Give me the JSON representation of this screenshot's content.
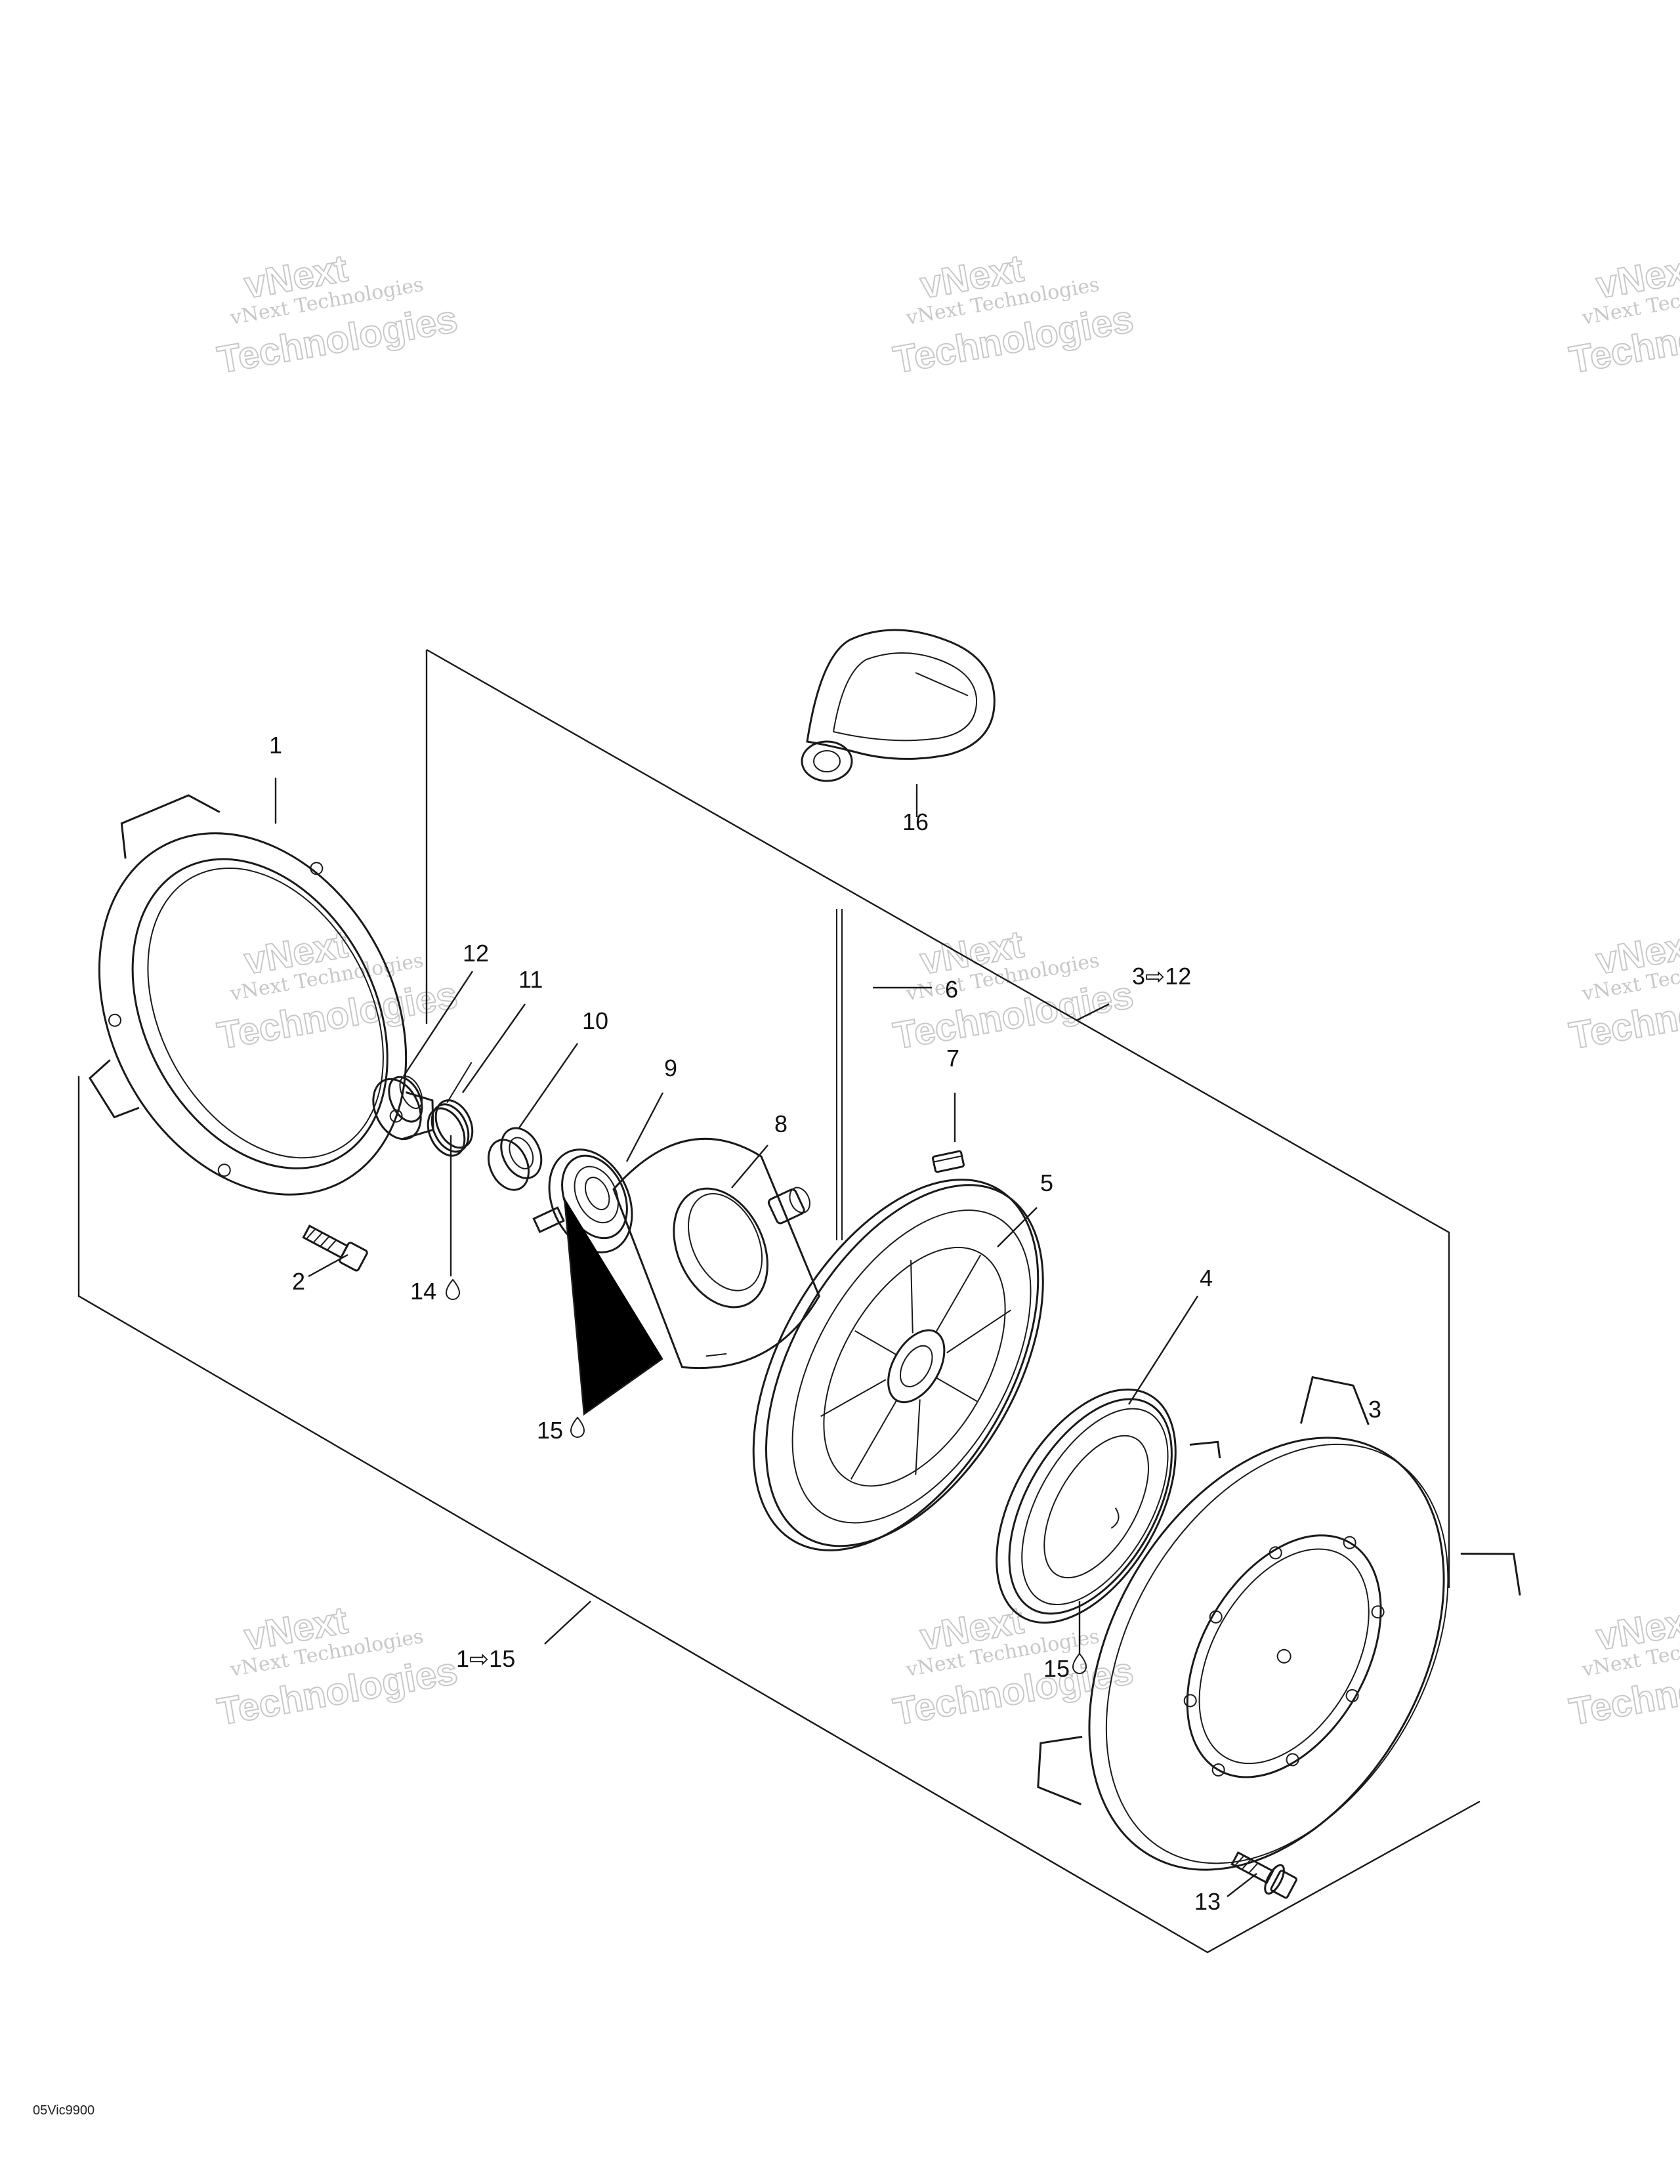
{
  "diagram": {
    "title": "",
    "drawing_code": "05Vic9900",
    "callouts": [
      {
        "id": "1",
        "label": "1"
      },
      {
        "id": "2",
        "label": "2"
      },
      {
        "id": "3",
        "label": "3"
      },
      {
        "id": "4",
        "label": "4"
      },
      {
        "id": "5",
        "label": "5"
      },
      {
        "id": "6",
        "label": "6"
      },
      {
        "id": "7",
        "label": "7"
      },
      {
        "id": "8",
        "label": "8"
      },
      {
        "id": "9",
        "label": "9"
      },
      {
        "id": "10",
        "label": "10"
      },
      {
        "id": "11",
        "label": "11"
      },
      {
        "id": "12",
        "label": "12"
      },
      {
        "id": "13",
        "label": "13"
      },
      {
        "id": "14",
        "label": "14"
      },
      {
        "id": "15a",
        "label": "15"
      },
      {
        "id": "15b",
        "label": "15"
      },
      {
        "id": "16",
        "label": "16"
      }
    ],
    "range_callouts": [
      {
        "id": "range-3-12",
        "label": "3⇨12"
      },
      {
        "id": "range-1-15",
        "label": "1⇨15"
      }
    ],
    "watermark": {
      "line1": "vNext",
      "line2": "vNext Technologies",
      "line3": "Technologies"
    }
  }
}
